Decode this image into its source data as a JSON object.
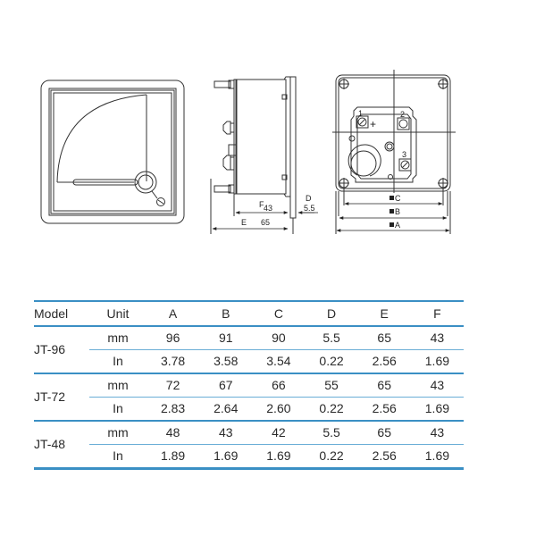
{
  "drawing": {
    "side_view": {
      "dim_F_label": "F",
      "dim_F_value": "43",
      "dim_E_label": "E",
      "dim_E_value": "65",
      "dim_D_label": "D",
      "dim_D_value": "5.5"
    },
    "rear_view": {
      "terminal_1": "1",
      "terminal_1_sign": "+",
      "terminal_2": "2",
      "terminal_3": "3",
      "dim_C_label": "C",
      "dim_B_label": "B",
      "dim_A_label": "A"
    }
  },
  "table": {
    "headers": [
      "Model",
      "Unit",
      "A",
      "B",
      "C",
      "D",
      "E",
      "F"
    ],
    "rows": [
      {
        "model": "JT-96",
        "mm": {
          "unit": "mm",
          "values": [
            "96",
            "91",
            "90",
            "5.5",
            "65",
            "43"
          ]
        },
        "in": {
          "unit": "In",
          "values": [
            "3.78",
            "3.58",
            "3.54",
            "0.22",
            "2.56",
            "1.69"
          ]
        }
      },
      {
        "model": "JT-72",
        "mm": {
          "unit": "mm",
          "values": [
            "72",
            "67",
            "66",
            "55",
            "65",
            "43"
          ]
        },
        "in": {
          "unit": "In",
          "values": [
            "2.83",
            "2.64",
            "2.60",
            "0.22",
            "2.56",
            "1.69"
          ]
        }
      },
      {
        "model": "JT-48",
        "mm": {
          "unit": "mm",
          "values": [
            "48",
            "43",
            "42",
            "5.5",
            "65",
            "43"
          ]
        },
        "in": {
          "unit": "In",
          "values": [
            "1.89",
            "1.69",
            "1.69",
            "0.22",
            "2.56",
            "1.69"
          ]
        }
      }
    ]
  },
  "colors": {
    "rule_dark": "#3a8fc4",
    "rule_light": "#6aaed6",
    "line_art": "#333333"
  }
}
